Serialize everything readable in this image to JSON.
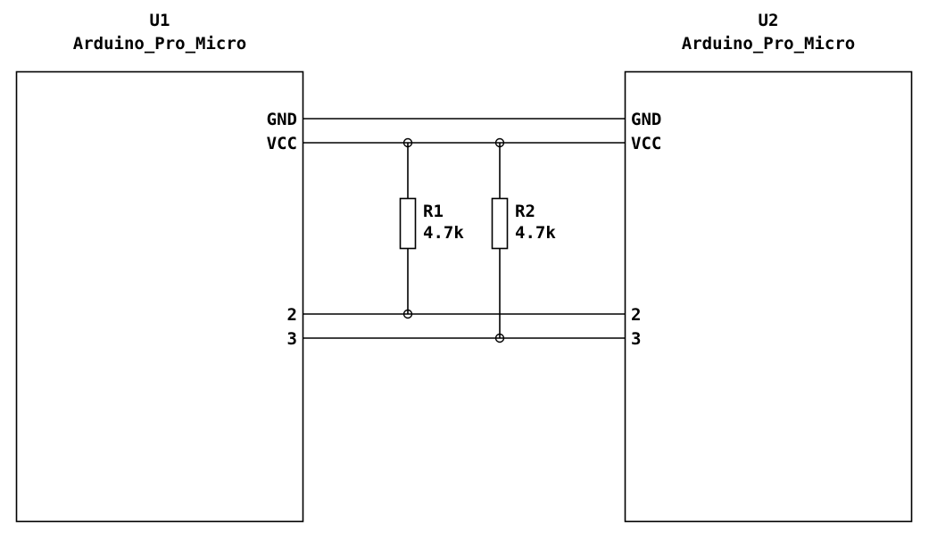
{
  "page": {
    "background": "#ffffff",
    "wire_color": "#000000"
  },
  "schematic": {
    "components": [
      {
        "ref": "U1",
        "value": "Arduino_Pro_Micro",
        "pins": [
          "GND",
          "VCC",
          "2",
          "3"
        ]
      },
      {
        "ref": "U2",
        "value": "Arduino_Pro_Micro",
        "pins": [
          "GND",
          "VCC",
          "2",
          "3"
        ]
      }
    ],
    "resistors": [
      {
        "ref": "R1",
        "value": "4.7k"
      },
      {
        "ref": "R2",
        "value": "4.7k"
      }
    ]
  }
}
